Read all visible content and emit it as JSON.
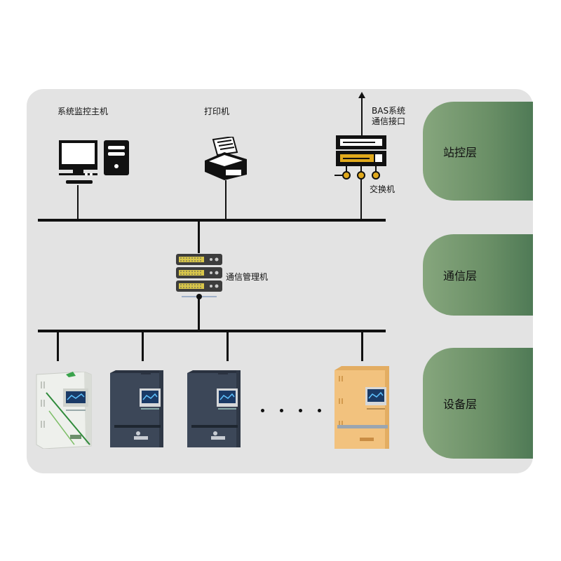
{
  "labels": {
    "monitor_host": "系统监控主机",
    "printer": "打印机",
    "bas_line1": "BAS系统",
    "bas_line2": "通信接口",
    "switch": "交换机",
    "comm_manager": "通信管理机"
  },
  "layers": {
    "station": "站控层",
    "comm": "通信层",
    "device": "设备层"
  },
  "colors": {
    "panel": "#e3e3e3",
    "layer_green": "#6a8f66",
    "bus": "#111111",
    "white_cabinet": "#eef0ec",
    "dark_cabinet": "#3c4758",
    "orange_cabinet": "#f2c27e"
  }
}
